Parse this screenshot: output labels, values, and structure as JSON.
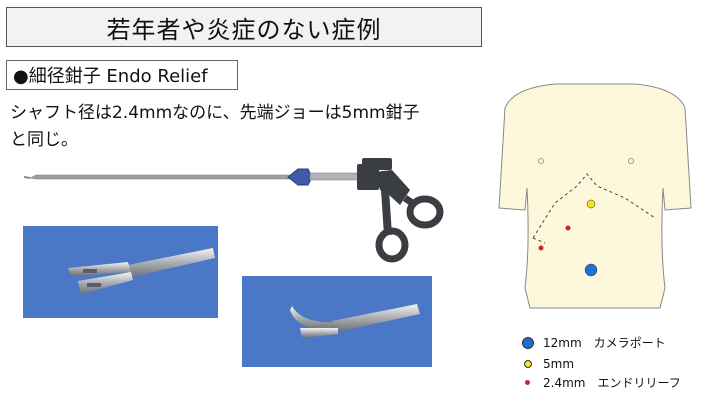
{
  "title": "若年者や炎症のない症例",
  "subtitle": "●細径鉗子 Endo Relief",
  "description_line1": "シャフト径は2.4mmなのに、先端ジョーは5mm鉗子",
  "description_line2": "と同じ。",
  "legend": [
    {
      "label": "12mm　カメラポート",
      "color": "#1f6fd1",
      "size": "large"
    },
    {
      "label": "5mm",
      "color": "#f1e326",
      "size": "medium"
    },
    {
      "label": "2.4mm　エンドリリーフ",
      "color": "#d81e2a",
      "size": "small"
    }
  ],
  "colors": {
    "photo_bg": "#4a78c7",
    "skin": "#fdf8dc",
    "handle": "#3a3d42",
    "hub": "#3f5aa8"
  }
}
